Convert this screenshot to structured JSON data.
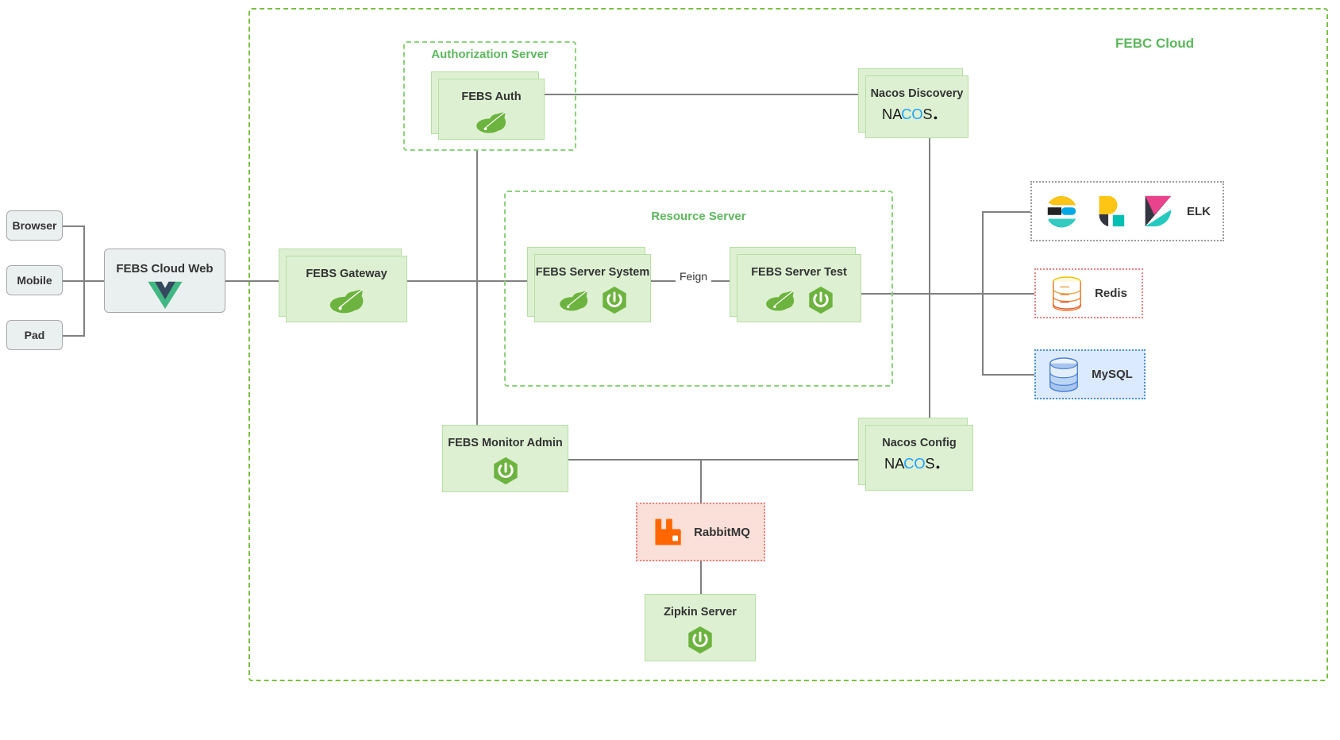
{
  "diagram": {
    "cloud_label": "FEBC Cloud",
    "groups": [
      {
        "id": "authorization-server",
        "title": "Authorization Server"
      },
      {
        "id": "resource-server",
        "title": "Resource Server"
      }
    ],
    "clients": [
      {
        "id": "browser",
        "label": "Browser"
      },
      {
        "id": "mobile",
        "label": "Mobile"
      },
      {
        "id": "pad",
        "label": "Pad"
      }
    ],
    "web": {
      "label": "FEBS Cloud Web",
      "icon": "vue-icon"
    },
    "nodes": [
      {
        "id": "febs-auth",
        "label": "FEBS Auth",
        "icons": [
          "spring-leaf-icon"
        ]
      },
      {
        "id": "febs-gateway",
        "label": "FEBS Gateway",
        "icons": [
          "spring-leaf-icon"
        ]
      },
      {
        "id": "febs-server-system",
        "label": "FEBS Server System",
        "icons": [
          "spring-leaf-icon",
          "spring-boot-icon"
        ]
      },
      {
        "id": "febs-server-test",
        "label": "FEBS Server Test",
        "icons": [
          "spring-leaf-icon",
          "spring-boot-icon"
        ]
      },
      {
        "id": "nacos-discovery",
        "label": "Nacos Discovery",
        "icons": [
          "nacos-icon"
        ]
      },
      {
        "id": "nacos-config",
        "label": "Nacos Config",
        "icons": [
          "nacos-icon"
        ]
      },
      {
        "id": "febs-monitor-admin",
        "label": "FEBS Monitor Admin",
        "icons": [
          "spring-boot-icon"
        ]
      },
      {
        "id": "zipkin-server",
        "label": "Zipkin Server",
        "icons": [
          "spring-boot-icon"
        ]
      }
    ],
    "services": [
      {
        "id": "elk",
        "label": "ELK",
        "icons": [
          "elasticsearch-icon",
          "logstash-icon",
          "kibana-icon"
        ]
      },
      {
        "id": "redis",
        "label": "Redis",
        "icons": [
          "redis-icon"
        ]
      },
      {
        "id": "mysql",
        "label": "MySQL",
        "icons": [
          "mysql-icon"
        ]
      },
      {
        "id": "rabbitmq",
        "label": "RabbitMQ",
        "icons": [
          "rabbitmq-icon"
        ]
      }
    ],
    "edges": [
      {
        "id": "feign",
        "label": "Feign"
      }
    ],
    "colors": {
      "cloud_border": "#7ac142",
      "group_border": "#8dd07a",
      "group_title": "#5cb85c",
      "node_fill": "#ddf0d2",
      "node_border": "#b6dfa3",
      "line": "#808080",
      "spring_green": "#6db33f",
      "redis_red": "#d82c20",
      "mysql_blue": "#4a90e2",
      "rabbit_orange": "#f60",
      "nacos_blue": "#20a0ff"
    }
  }
}
